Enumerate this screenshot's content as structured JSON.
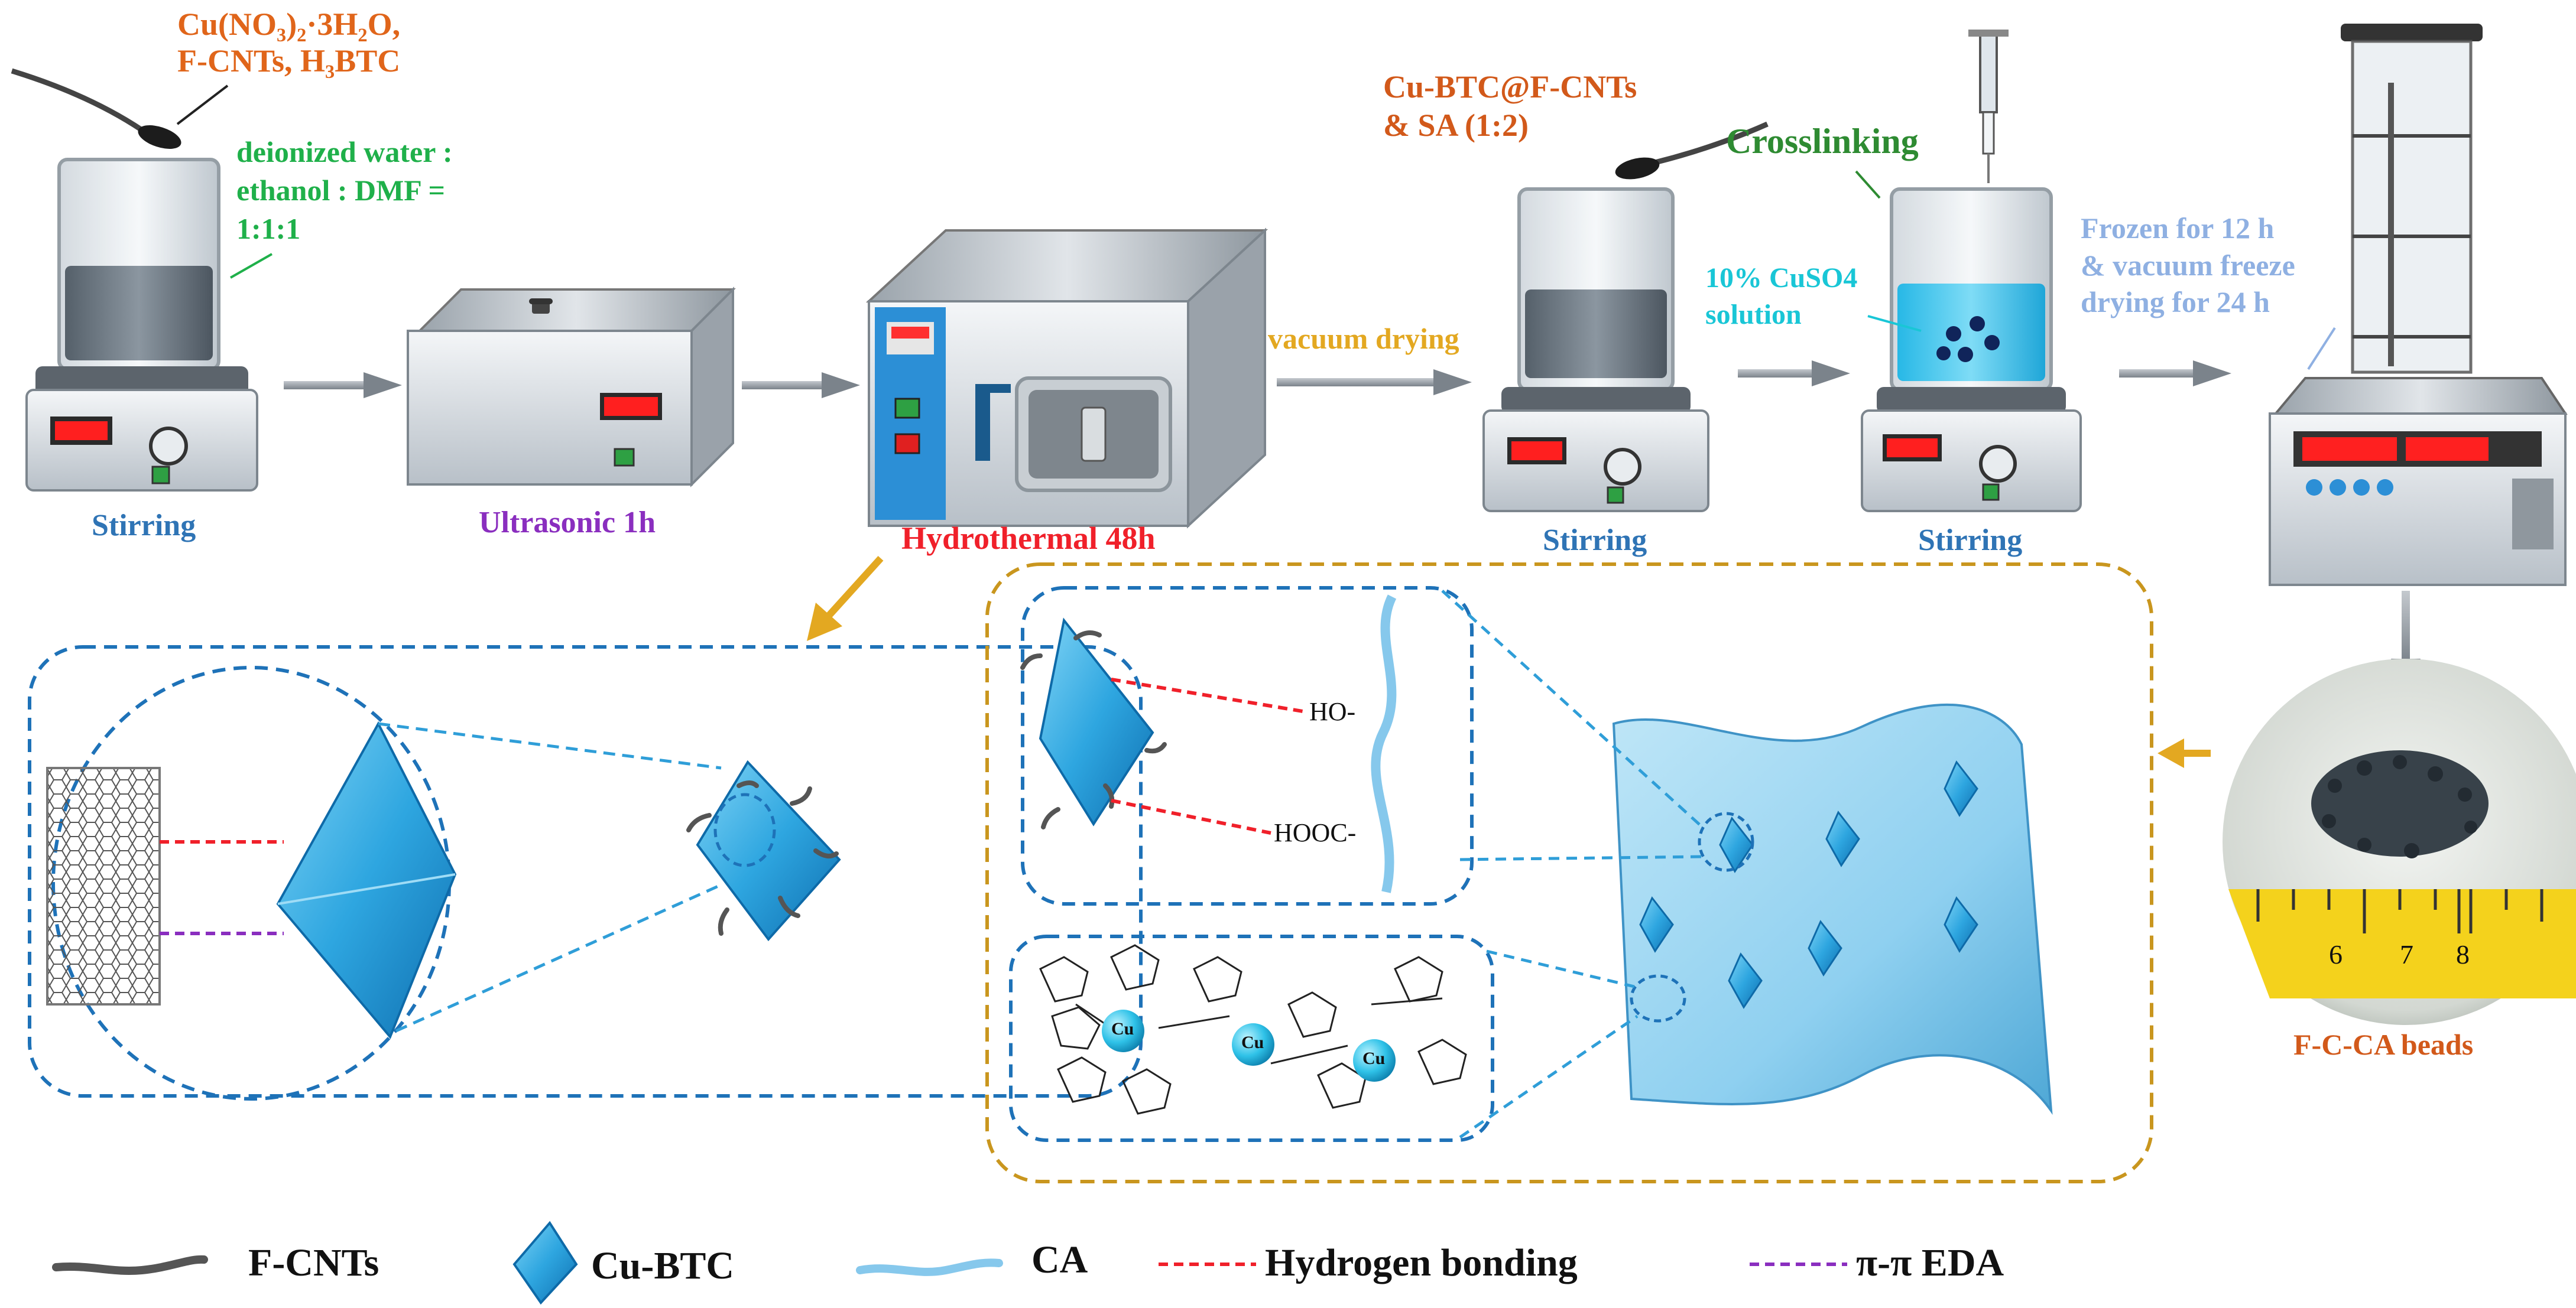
{
  "reagents": {
    "line1": "Cu(NO₃)₂·3H₂O,",
    "line2": "F-CNTs,  H₃BTC"
  },
  "solvent": {
    "line1": "deionized water :",
    "line2": "ethanol : DMF =",
    "line3": "1:1:1"
  },
  "steps": {
    "stirring1": "Stirring",
    "ultrasonic": "Ultrasonic 1h",
    "hydrothermal": "Hydrothermal 48h",
    "vacuum_drying": "vacuum drying",
    "stirring2": "Stirring",
    "stirring3": "Stirring"
  },
  "composite": {
    "line1": "Cu-BTC@F-CNTs",
    "line2": "& SA (1:2)"
  },
  "crosslinking": "Crosslinking",
  "cuso4": {
    "line1": "10% CuSO4",
    "line2": "solution"
  },
  "freeze": {
    "line1": "Frozen for 12 h",
    "line2": "& vacuum freeze",
    "line3": "drying for 24 h"
  },
  "beads_label": "F-C-CA beads",
  "ruler_ticks": [
    "6",
    "7",
    "8"
  ],
  "bonds": {
    "ho": "HO-",
    "hooc": "HOOC-"
  },
  "cu_label": "Cu",
  "legend": {
    "fcnts": "F-CNTs",
    "cubtc": "Cu-BTC",
    "ca": "CA",
    "hbond": "Hydrogen bonding",
    "pipi": "π-π EDA"
  },
  "colors": {
    "orange": "#e0651a",
    "green": "#1fb04a",
    "blue": "#2f74b5",
    "purple": "#8a2ebf",
    "red": "#f0202a",
    "gold": "#e3a821",
    "cyan": "#19c6d6",
    "frame_blue": "#1e72b8",
    "frame_gold": "#c9961e",
    "crystal": "#2ea6e0",
    "sheet": "#8fd0f0"
  }
}
